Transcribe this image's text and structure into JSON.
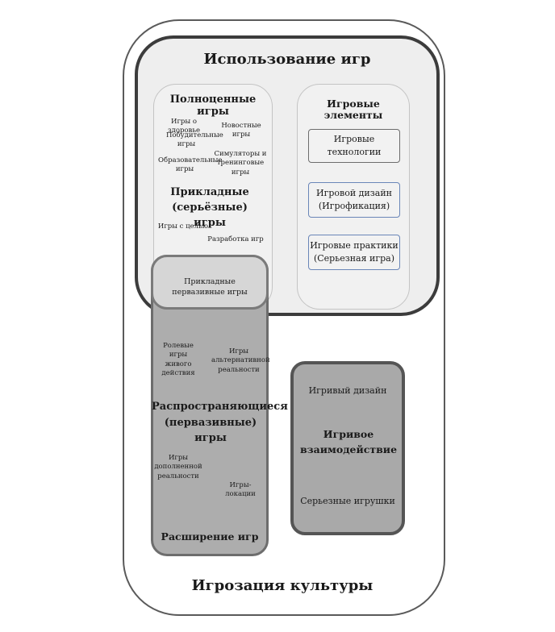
{
  "diagram": {
    "outer_label": "Игрозация культуры",
    "usage": {
      "title": "Использование игр",
      "full_games": {
        "title": "Полноценные игры",
        "health": "Игры о здоровье",
        "news": "Новостные игры",
        "motivating": "Побудительные игры",
        "educational": "Образовательные игры",
        "simulators": "Симуляторы и тренинговые игры",
        "applied_title": "Прикладные (серьёзные) игры",
        "purpose": "Игры с целью",
        "dev": "Разработка игр"
      },
      "game_elements": {
        "title": "Игровые элементы",
        "tech": "Игровые технологии",
        "design": "Игровой дизайн (Игрофикация)",
        "practices": "Игровые практики (Серьезная игра)"
      }
    },
    "overlap_label": "Прикладные первазивные игры",
    "pervasive": {
      "title": "Распространяющиеся (первазивные) игры",
      "live_action": "Ролевые игры живого действия",
      "arg": "Игры альтернативной реальности",
      "ar": "Игры дополненной реальности",
      "location": "Игры-локации",
      "bottom": "Расширение игр"
    },
    "playful": {
      "design": "Игривый дизайн",
      "interaction": "Игривое взаимодействие",
      "toys": "Серьезные игрушки"
    }
  }
}
